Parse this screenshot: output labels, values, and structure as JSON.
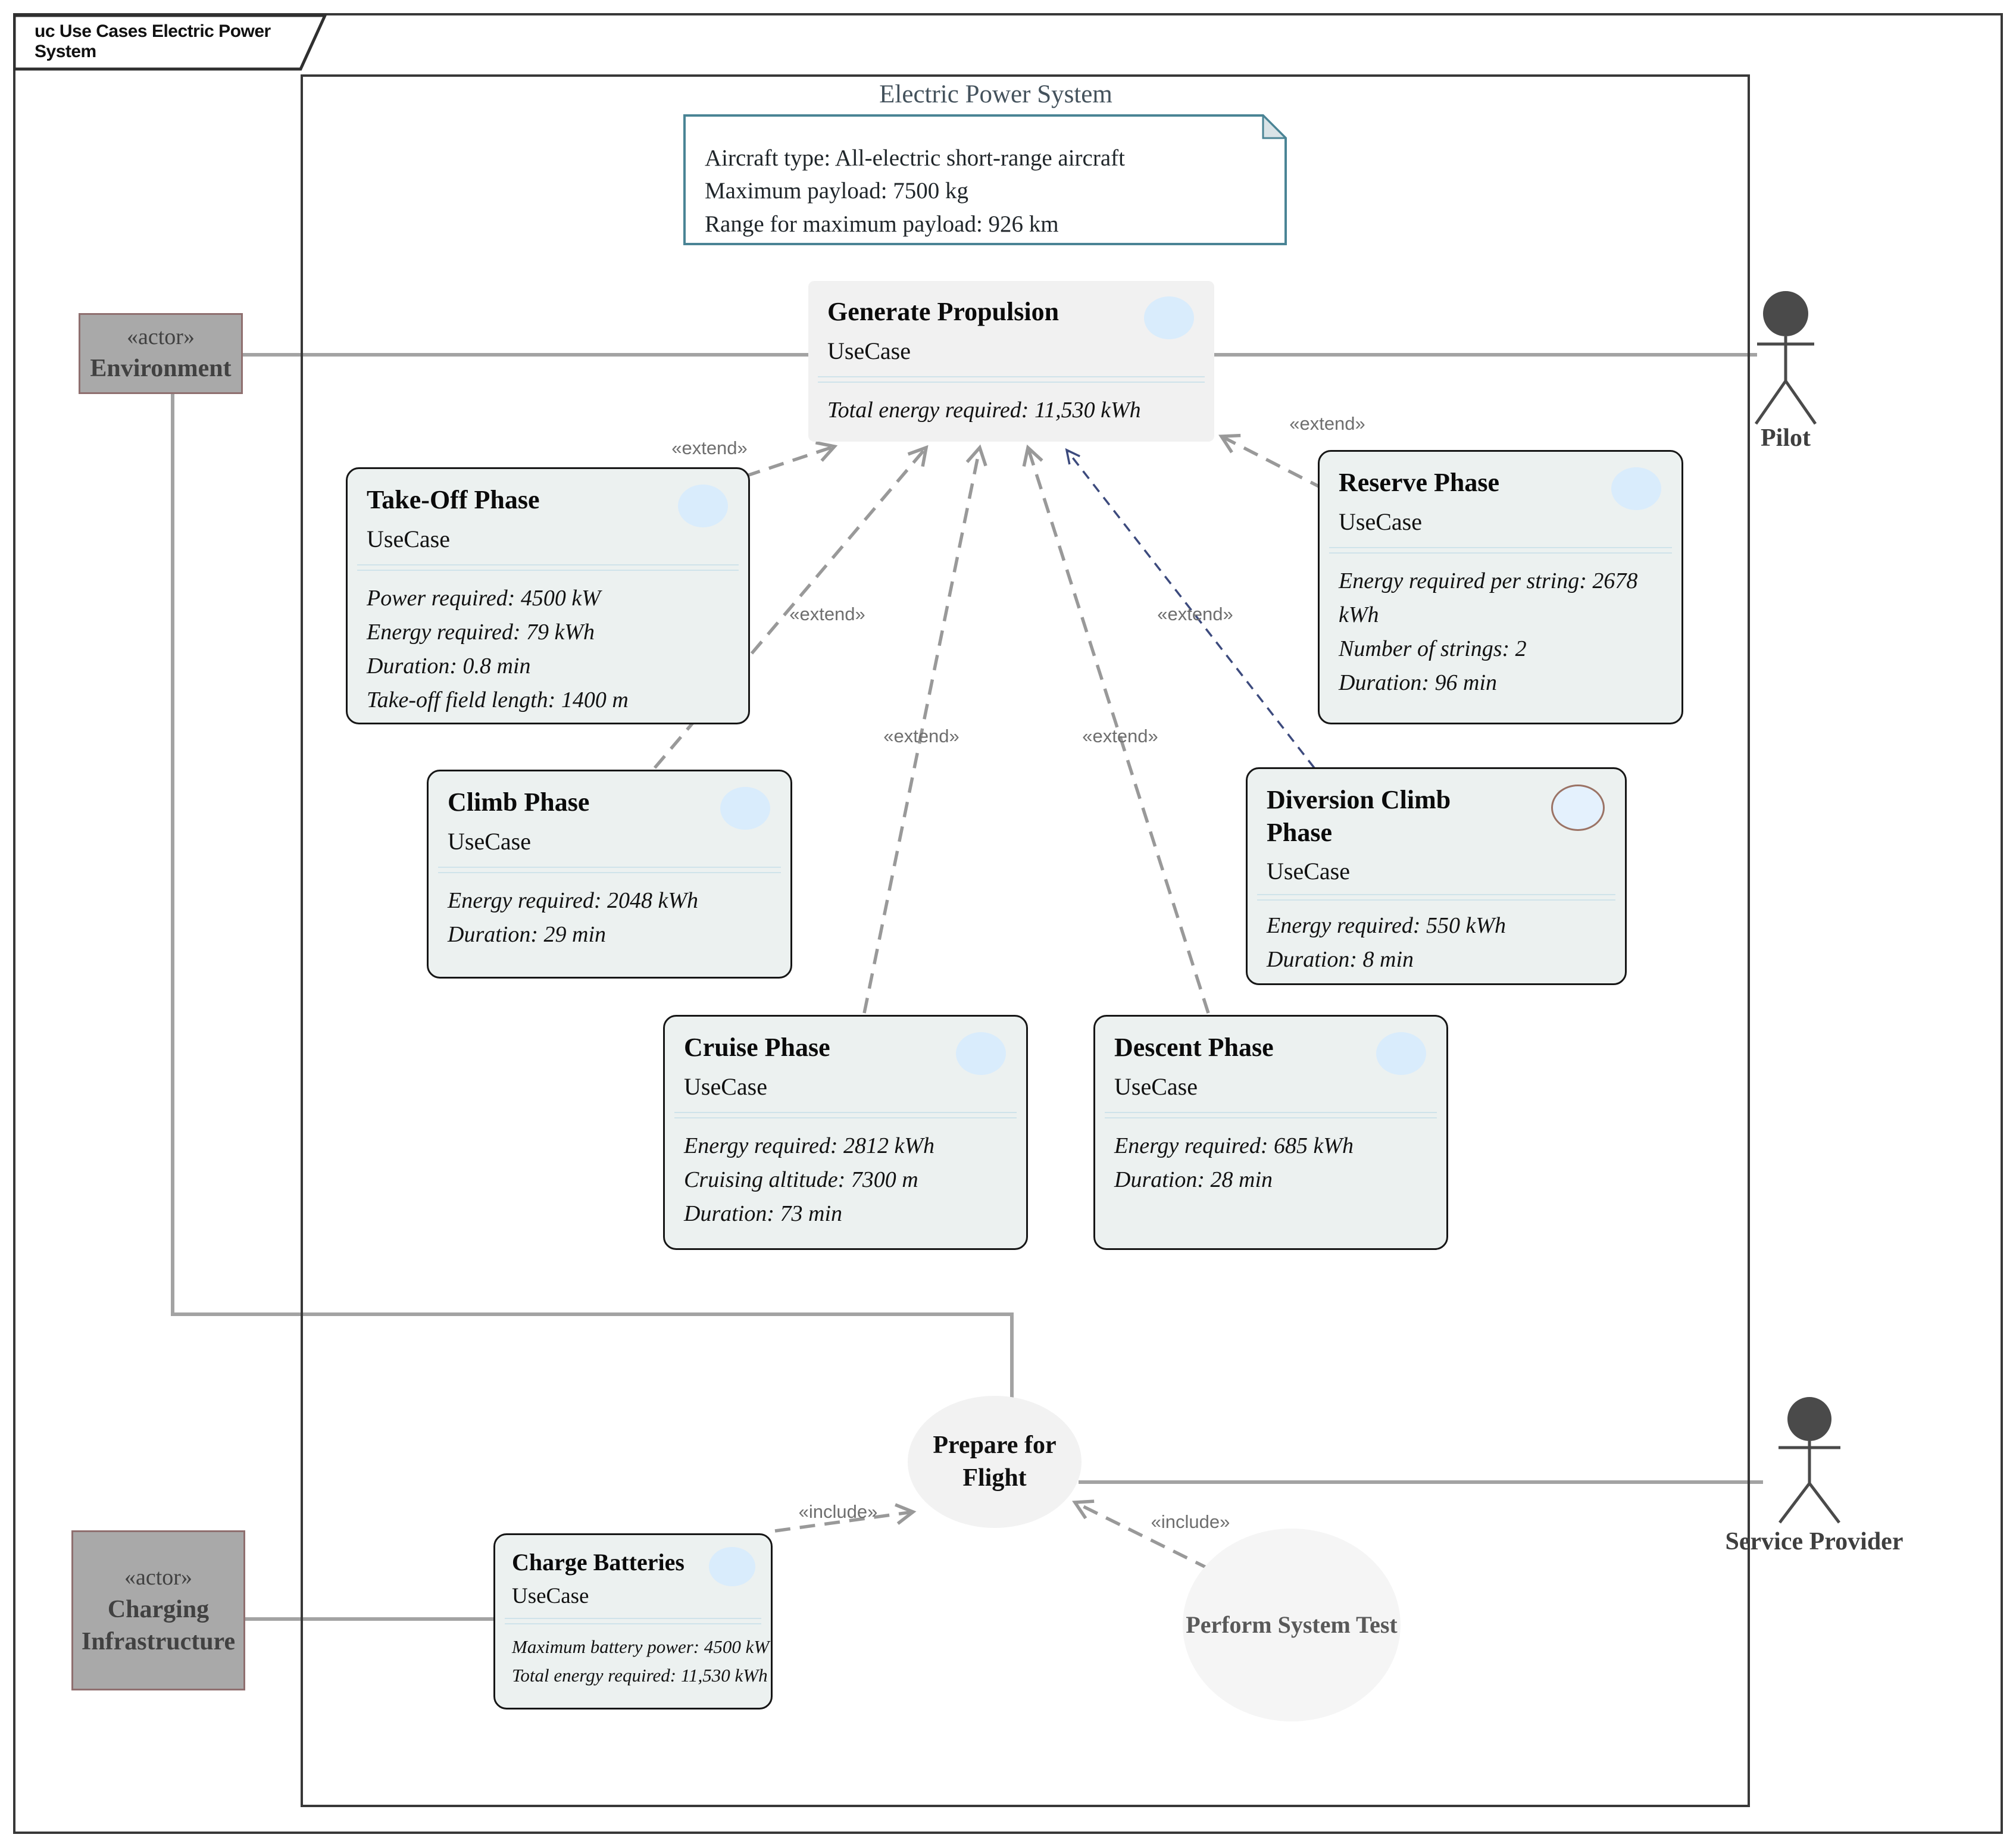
{
  "frame": {
    "tab_label": "uc Use Cases Electric Power System"
  },
  "system": {
    "title": "Electric Power System"
  },
  "note": {
    "lines": [
      "Aircraft type: All-electric short-range aircraft",
      "Maximum payload: 7500 kg",
      "Range for maximum payload: 926 km"
    ]
  },
  "labels": {
    "extend": "«extend»",
    "include": "«include»",
    "actor_stereotype": "«actor»",
    "usecase_stereotype": "UseCase"
  },
  "use_cases": {
    "generate_propulsion": {
      "title": "Generate Propulsion",
      "attributes": [
        "Total energy required: 11,530 kWh"
      ]
    },
    "take_off": {
      "title": "Take-Off Phase",
      "attributes": [
        "Power required: 4500 kW",
        "Energy required: 79 kWh",
        "Duration: 0.8 min",
        "Take-off field length: 1400 m"
      ]
    },
    "climb": {
      "title": "Climb Phase",
      "attributes": [
        "Energy required: 2048 kWh",
        "Duration: 29 min"
      ]
    },
    "cruise": {
      "title": "Cruise Phase",
      "attributes": [
        "Energy required: 2812 kWh",
        "Cruising altitude: 7300 m",
        "Duration: 73 min"
      ]
    },
    "descent": {
      "title": "Descent Phase",
      "attributes": [
        "Energy required: 685 kWh",
        "Duration: 28 min"
      ]
    },
    "diversion_climb": {
      "title": "Diversion Climb Phase",
      "attributes": [
        "Energy required: 550 kWh",
        "Duration: 8 min"
      ]
    },
    "reserve": {
      "title": "Reserve Phase",
      "attributes": [
        "Energy required per string: 2678 kWh",
        "Number of strings: 2",
        "Duration: 96 min"
      ]
    },
    "charge_batteries": {
      "title": "Charge Batteries",
      "attributes": [
        "Maximum battery power: 4500 kW",
        "Total energy required: 11,530 kWh"
      ]
    }
  },
  "ovals": {
    "prepare_for_flight": {
      "label": "Prepare for Flight"
    },
    "perform_system_test": {
      "label": "Perform System Test"
    }
  },
  "actors": {
    "environment": {
      "name": "Environment"
    },
    "charging_infrastructure": {
      "name": "Charging Infrastructure"
    },
    "pilot": {
      "name": "Pilot"
    },
    "service_provider": {
      "name": "Service Provider"
    }
  },
  "colors": {
    "note_border": "#4a8495",
    "usecase_fill": "#ecf1f0",
    "icon_blue": "#d9ecfc",
    "actor_fill": "#a9a9a9",
    "actor_border": "#8f6f6f",
    "connector_gray": "#a3a3a3",
    "dashed_gray": "#999999",
    "extend_navy": "#3c4a7d"
  }
}
